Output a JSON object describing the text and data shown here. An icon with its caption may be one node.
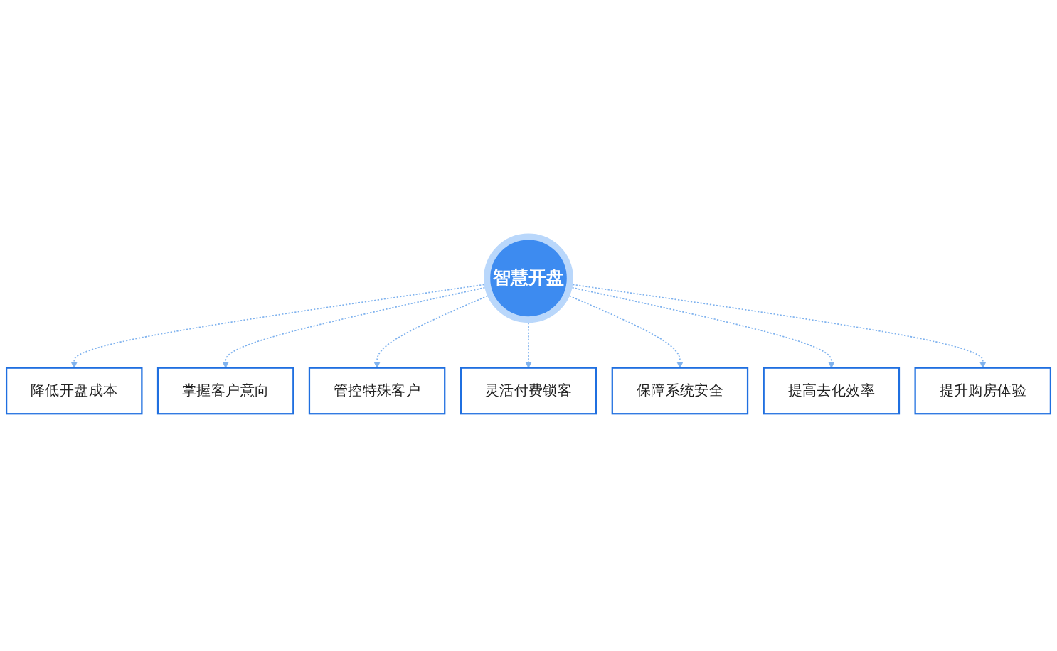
{
  "diagram": {
    "nodes": [
      {
        "text": [
          "智慧开盘"
        ]
      },
      {
        "text": [
          "降低开盘成本"
        ]
      },
      {
        "text": [
          "掌握客户意向"
        ]
      },
      {
        "text": [
          "管控特殊客户"
        ]
      },
      {
        "text": [
          "灵活付费锁客"
        ]
      },
      {
        "text": [
          "保障系统安全"
        ]
      },
      {
        "text": [
          "提高去化效率"
        ]
      },
      {
        "text": [
          "提升购房体验"
        ]
      }
    ],
    "edges": [
      {
        "from": 0,
        "to": 1,
        "arrow": "to",
        "style": "dashed"
      },
      {
        "from": 0,
        "to": 2,
        "arrow": "to",
        "style": "dashed"
      },
      {
        "from": 0,
        "to": 3,
        "arrow": "to",
        "style": "dashed"
      },
      {
        "from": 0,
        "to": 4,
        "arrow": "to",
        "style": "dashed"
      },
      {
        "from": 0,
        "to": 5,
        "arrow": "to",
        "style": "dashed"
      },
      {
        "from": 0,
        "to": 6,
        "arrow": "to",
        "style": "dashed"
      },
      {
        "from": 0,
        "to": 7,
        "arrow": "to",
        "style": "dashed"
      }
    ]
  }
}
